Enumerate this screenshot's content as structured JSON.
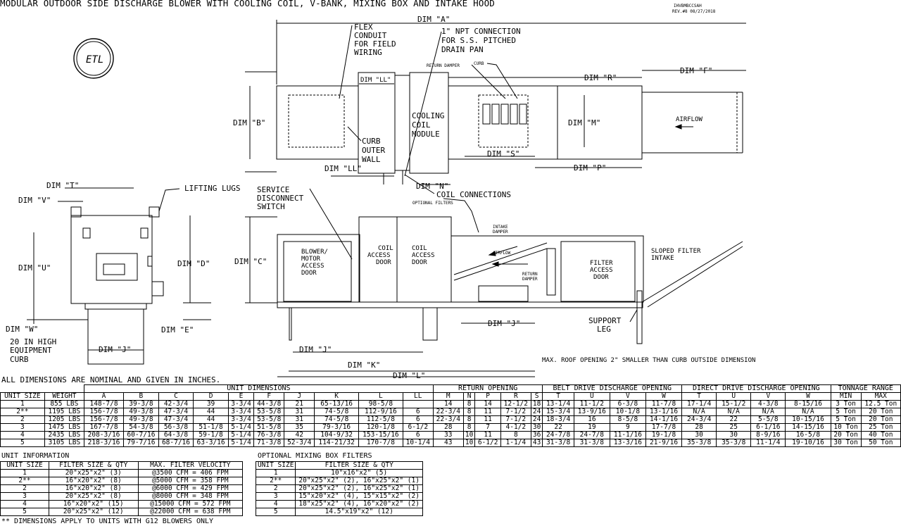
{
  "title": "MODULAR OUTDOOR SIDE DISCHARGE BLOWER WITH COOLING COIL, V-BANK, MIXING BOX AND INTAKE HOOD",
  "drawing_id": "IHVBMBCCSAH",
  "revision": "REV.#8 08/27/2018",
  "logo_text": "ETL",
  "labels": {
    "dim_a": "DIM \"A\"",
    "dim_b": "DIM \"B\"",
    "dim_c": "DIM \"C\"",
    "dim_d": "DIM \"D\"",
    "dim_e": "DIM \"E\"",
    "dim_f": "DIM \"F\"",
    "dim_j_top": "DIM \"J\"",
    "dim_j_left": "DIM \"J\"",
    "dim_j_bottom": "DIM \"J\"",
    "dim_k": "DIM \"K\"",
    "dim_l": "DIM \"L\"",
    "dim_ll_top": "DIM \"LL\"",
    "dim_ll_bottom": "DIM \"LL\"",
    "dim_m": "DIM \"M\"",
    "dim_n": "DIM \"N\"",
    "dim_p": "DIM \"P\"",
    "dim_r": "DIM \"R\"",
    "dim_s": "DIM \"S\"",
    "dim_t": "DIM \"T\"",
    "dim_u": "DIM \"U\"",
    "dim_v": "DIM \"V\"",
    "dim_w": "DIM \"W\"",
    "flex_conduit": [
      "FLEX",
      "CONDUIT",
      "FOR FIELD",
      "WIRING"
    ],
    "npt_connection": [
      "1\" NPT CONNECTION",
      "FOR S.S. PITCHED",
      "DRAIN PAN"
    ],
    "return_damper_top": "RETURN DAMPER",
    "curb_top": "CURB",
    "cooling_coil_module": [
      "COOLING",
      "COIL",
      "MODULE"
    ],
    "curb_outer_wall": [
      "CURB",
      "OUTER",
      "WALL"
    ],
    "airflow_top": "AIRFLOW",
    "coil_connections": "COIL CONNECTIONS",
    "lifting_lugs": "LIFTING LUGS",
    "service_disconnect": [
      "SERVICE",
      "DISCONNECT",
      "SWITCH"
    ],
    "optional_filters": "OPTIONAL FILTERS",
    "intake_damper": [
      "INTAKE",
      "DAMPER"
    ],
    "airflow_side": "AIRFLOW",
    "return_damper_side": [
      "RETURN",
      "DAMPER"
    ],
    "blower_motor_door": [
      "BLOWER/",
      "MOTOR",
      "ACCESS",
      "DOOR"
    ],
    "coil_access_door_1": [
      "COIL",
      "ACCESS",
      "DOOR"
    ],
    "coil_access_door_2": [
      "COIL",
      "ACCESS",
      "DOOR"
    ],
    "filter_access_door": [
      "FILTER",
      "ACCESS",
      "DOOR"
    ],
    "sloped_filter_intake": [
      "SLOPED FILTER",
      "INTAKE"
    ],
    "support_leg": [
      "SUPPORT",
      "LEG"
    ],
    "equipment_curb": [
      "20 IN HIGH",
      "EQUIPMENT",
      "CURB"
    ],
    "roof_opening_note": "MAX. ROOF OPENING 2\" SMALLER THAN CURB OUTSIDE DIMENSION"
  },
  "notes": {
    "nominal": "ALL DIMENSIONS ARE NOMINAL AND GIVEN IN INCHES.",
    "unit_info_title": "UNIT INFORMATION",
    "optional_filters_title": "OPTIONAL MIXING BOX FILTERS",
    "footnote": "** DIMENSIONS APPLY TO UNITS WITH G12 BLOWERS ONLY"
  },
  "dim_table": {
    "group_headers": {
      "unit_dims": "UNIT DIMENSIONS",
      "return_opening": "RETURN OPENING",
      "belt_drive": "BELT DRIVE DISCHARGE OPENING",
      "direct_drive": "DIRECT DRIVE DISCHARGE OPENING",
      "tonnage": "TONNAGE RANGE"
    },
    "columns": [
      "UNIT SIZE",
      "WEIGHT",
      "A",
      "B",
      "C",
      "D",
      "E",
      "F",
      "J",
      "K",
      "L",
      "LL",
      "M",
      "N",
      "P",
      "R",
      "S",
      "T",
      "U",
      "V",
      "W",
      "T",
      "U",
      "V",
      "W",
      "MIN",
      "MAX"
    ],
    "rows": [
      [
        "1",
        "855 LBS",
        "148-7/8",
        "39-3/8",
        "42-3/4",
        "39",
        "3-3/4",
        "44-3/8",
        "21",
        "65-13/16",
        "98-5/8",
        "",
        "14",
        "8",
        "14",
        "12-1/2",
        "18",
        "13-1/4",
        "11-1/2",
        "6-3/8",
        "11-7/8",
        "17-1/4",
        "15-1/2",
        "4-3/8",
        "8-15/16",
        "3 Ton",
        "12.5 Ton"
      ],
      [
        "2**",
        "1195 LBS",
        "156-7/8",
        "49-3/8",
        "47-3/4",
        "44",
        "3-3/4",
        "53-5/8",
        "31",
        "74-5/8",
        "112-9/16",
        "6",
        "22-3/4",
        "8",
        "11",
        "7-1/2",
        "24",
        "15-3/4",
        "13-9/16",
        "10-1/8",
        "13-1/16",
        "N/A",
        "N/A",
        "N/A",
        "N/A",
        "5 Ton",
        "20 Ton"
      ],
      [
        "2",
        "1205 LBS",
        "156-7/8",
        "49-3/8",
        "47-3/4",
        "44",
        "3-3/4",
        "53-5/8",
        "31",
        "74-5/8",
        "112-5/8",
        "6",
        "22-3/4",
        "8",
        "11",
        "7-1/2",
        "24",
        "18-3/4",
        "16",
        "8-5/8",
        "14-1/16",
        "24-3/4",
        "22",
        "5-5/8",
        "10-15/16",
        "5 Ton",
        "20 Ton"
      ],
      [
        "3",
        "1475 LBS",
        "167-7/8",
        "54-3/8",
        "56-3/8",
        "51-1/8",
        "5-1/4",
        "51-5/8",
        "35",
        "79-3/16",
        "120-1/8",
        "6-1/2",
        "28",
        "8",
        "7",
        "4-1/2",
        "30",
        "22",
        "19",
        "9",
        "17-7/8",
        "28",
        "25",
        "6-1/16",
        "14-15/16",
        "10 Ton",
        "25 Ton"
      ],
      [
        "4",
        "2435 LBS",
        "208-3/16",
        "60-7/16",
        "64-3/8",
        "59-1/8",
        "5-1/4",
        "76-3/8",
        "42",
        "104-9/32",
        "153-15/16",
        "6",
        "33",
        "10",
        "11",
        "8",
        "36",
        "24-7/8",
        "24-7/8",
        "11-1/16",
        "19-1/8",
        "30",
        "30",
        "8-9/16",
        "16-5/8",
        "20 Ton",
        "40 Ton"
      ],
      [
        "5",
        "3105 LBS",
        "218-3/16",
        "79-7/16",
        "68-7/16",
        "63-3/16",
        "5-1/4",
        "71-3/8",
        "52-3/4",
        "114-21/32",
        "170-7/8",
        "10-1/4",
        "43",
        "10",
        "6-1/2",
        "1-1/4",
        "43",
        "31-3/8",
        "31-3/8",
        "13-3/16",
        "21-9/16",
        "35-3/8",
        "35-3/8",
        "11-1/4",
        "19-10/16",
        "30 Ton",
        "50 Ton"
      ]
    ]
  },
  "unit_info": {
    "columns": [
      "UNIT SIZE",
      "FILTER SIZE & QTY",
      "MAX. FILTER VELOCITY"
    ],
    "rows": [
      [
        "1",
        "20\"x25\"x2\" (3)",
        "@3500 CFM = 406 FPM"
      ],
      [
        "2**",
        "16\"x20\"x2\" (8)",
        "@5000 CFM = 358 FPM"
      ],
      [
        "2",
        "16\"x20\"x2\" (8)",
        "@6000 CFM = 429 FPM"
      ],
      [
        "3",
        "20\"x25\"x2\" (8)",
        "@8000 CFM = 348 FPM"
      ],
      [
        "4",
        "16\"x20\"x2\" (15)",
        "@15000 CFM = 572 FPM"
      ],
      [
        "5",
        "20\"x25\"x2\" (12)",
        "@22000 CFM = 638 FPM"
      ]
    ]
  },
  "optional_filters": {
    "columns": [
      "UNIT SIZE",
      "FILTER SIZE & QTY"
    ],
    "rows": [
      [
        "1",
        "10\"x16\"x2\" (5)"
      ],
      [
        "2**",
        "20\"x25\"x2\" (2), 16\"x25\"x2\" (1)"
      ],
      [
        "2",
        "20\"x25\"x2\" (2), 16\"x25\"x2\" (1)"
      ],
      [
        "3",
        "15\"x20\"x2\" (4), 15\"x15\"x2\" (2)"
      ],
      [
        "4",
        "18\"x25\"x2\" (4), 16\"x20\"x2\" (2)"
      ],
      [
        "5",
        "14.5\"x19\"x2\" (12)"
      ]
    ]
  }
}
